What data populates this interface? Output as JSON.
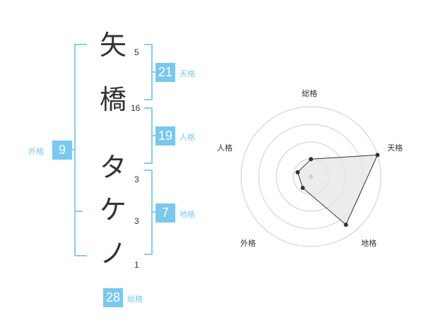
{
  "name": {
    "characters": [
      {
        "char": "矢",
        "strokes": "5"
      },
      {
        "char": "橋",
        "strokes": "16"
      },
      {
        "char": "タ",
        "strokes": "3"
      },
      {
        "char": "ケ",
        "strokes": "3"
      },
      {
        "char": "ノ",
        "strokes": "1"
      }
    ]
  },
  "fortune": {
    "tenkaku": {
      "value": "21",
      "label": "天格"
    },
    "jinkaku": {
      "value": "19",
      "label": "人格"
    },
    "chikaku": {
      "value": "7",
      "label": "地格"
    },
    "gaikaku": {
      "value": "9",
      "label": "外格"
    },
    "soukaku": {
      "value": "28",
      "label": "総格"
    }
  },
  "radar": {
    "labels": {
      "top": "総格",
      "right_top": "天格",
      "right_bottom": "地格",
      "left_bottom": "外格",
      "left_top": "人格"
    },
    "scores": {
      "soukaku": 0.25,
      "tenkaku": 1.0,
      "chikaku": 0.85,
      "gaikaku": 0.2,
      "jinkaku": 0.2
    },
    "colors": {
      "accent": "#78c8f0",
      "ring": "#cccccc",
      "fill": "#e6e6e6",
      "line": "#333333"
    }
  }
}
